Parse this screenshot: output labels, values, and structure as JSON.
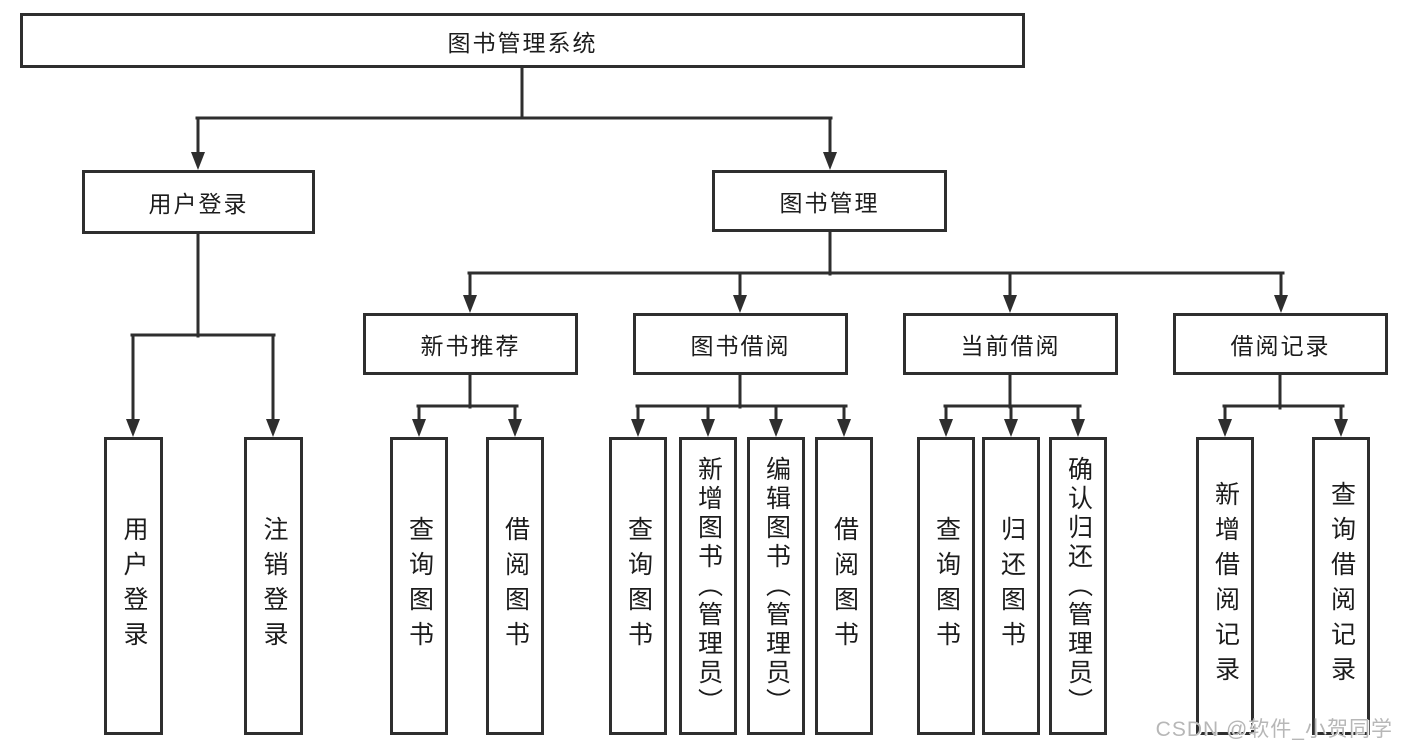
{
  "diagram_title": "图书管理系统",
  "colors": {
    "line": "#2e2e2e",
    "box_border": "#2e2e2e",
    "text": "#1c1c1c",
    "background": "#ffffff",
    "watermark": "#b7b7b7"
  },
  "watermark": {
    "text": "CSDN @软件_小贺同学"
  },
  "nodes": {
    "root": {
      "label": "图书管理系统"
    },
    "user_login": {
      "label": "用户登录"
    },
    "book_management": {
      "label": "图书管理"
    },
    "new_book_recommend": {
      "label": "新书推荐"
    },
    "book_borrowing": {
      "label": "图书借阅"
    },
    "current_borrowing": {
      "label": "当前借阅"
    },
    "borrowing_records": {
      "label": "借阅记录"
    },
    "leaf_user_login": {
      "label": "用户登录"
    },
    "leaf_logout": {
      "label": "注销登录"
    },
    "leaf_rec_query_books": {
      "label": "查询图书"
    },
    "leaf_rec_borrow_books": {
      "label": "借阅图书"
    },
    "leaf_bb_query_books": {
      "label": "查询图书"
    },
    "leaf_bb_add_books": {
      "label": "新增图书（管理员）"
    },
    "leaf_bb_edit_books": {
      "label": "编辑图书（管理员）"
    },
    "leaf_bb_borrow_books": {
      "label": "借阅图书"
    },
    "leaf_cb_query_books": {
      "label": "查询图书"
    },
    "leaf_cb_return_books": {
      "label": "归还图书"
    },
    "leaf_cb_confirm_return": {
      "label": "确认归还（管理员）"
    },
    "leaf_br_add_record": {
      "label": "新增借阅记录"
    },
    "leaf_br_query_record": {
      "label": "查询借阅记录"
    }
  },
  "hierarchy": {
    "图书管理系统": {
      "用户登录": [
        "用户登录",
        "注销登录"
      ],
      "图书管理": {
        "新书推荐": [
          "查询图书",
          "借阅图书"
        ],
        "图书借阅": [
          "查询图书",
          "新增图书（管理员）",
          "编辑图书（管理员）",
          "借阅图书"
        ],
        "当前借阅": [
          "查询图书",
          "归还图书",
          "确认归还（管理员）"
        ],
        "借阅记录": [
          "新增借阅记录",
          "查询借阅记录"
        ]
      }
    }
  }
}
